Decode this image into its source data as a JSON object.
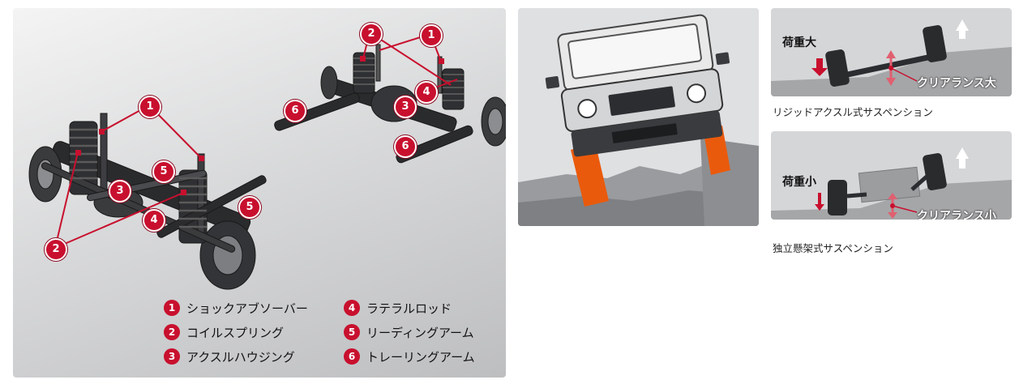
{
  "legend": [
    {
      "num": "1",
      "label": "ショックアブソーバー"
    },
    {
      "num": "2",
      "label": "コイルスプリング"
    },
    {
      "num": "3",
      "label": "アクスルハウジング"
    },
    {
      "num": "4",
      "label": "ラテラルロッド"
    },
    {
      "num": "5",
      "label": "リーディングアーム"
    },
    {
      "num": "6",
      "label": "トレーリングアーム"
    }
  ],
  "rigid": {
    "load_label": "荷重大",
    "clearance_label": "クリアランス大",
    "caption": "リジッドアクスル式サスペンション"
  },
  "independent": {
    "load_label": "荷重小",
    "clearance_label": "クリアランス小",
    "caption": "独立懸架式サスペンション"
  },
  "colors": {
    "accent_red": "#c8102e",
    "vehicle_panel": "#dcdddf",
    "compare_panel": "#d5d6d8"
  }
}
